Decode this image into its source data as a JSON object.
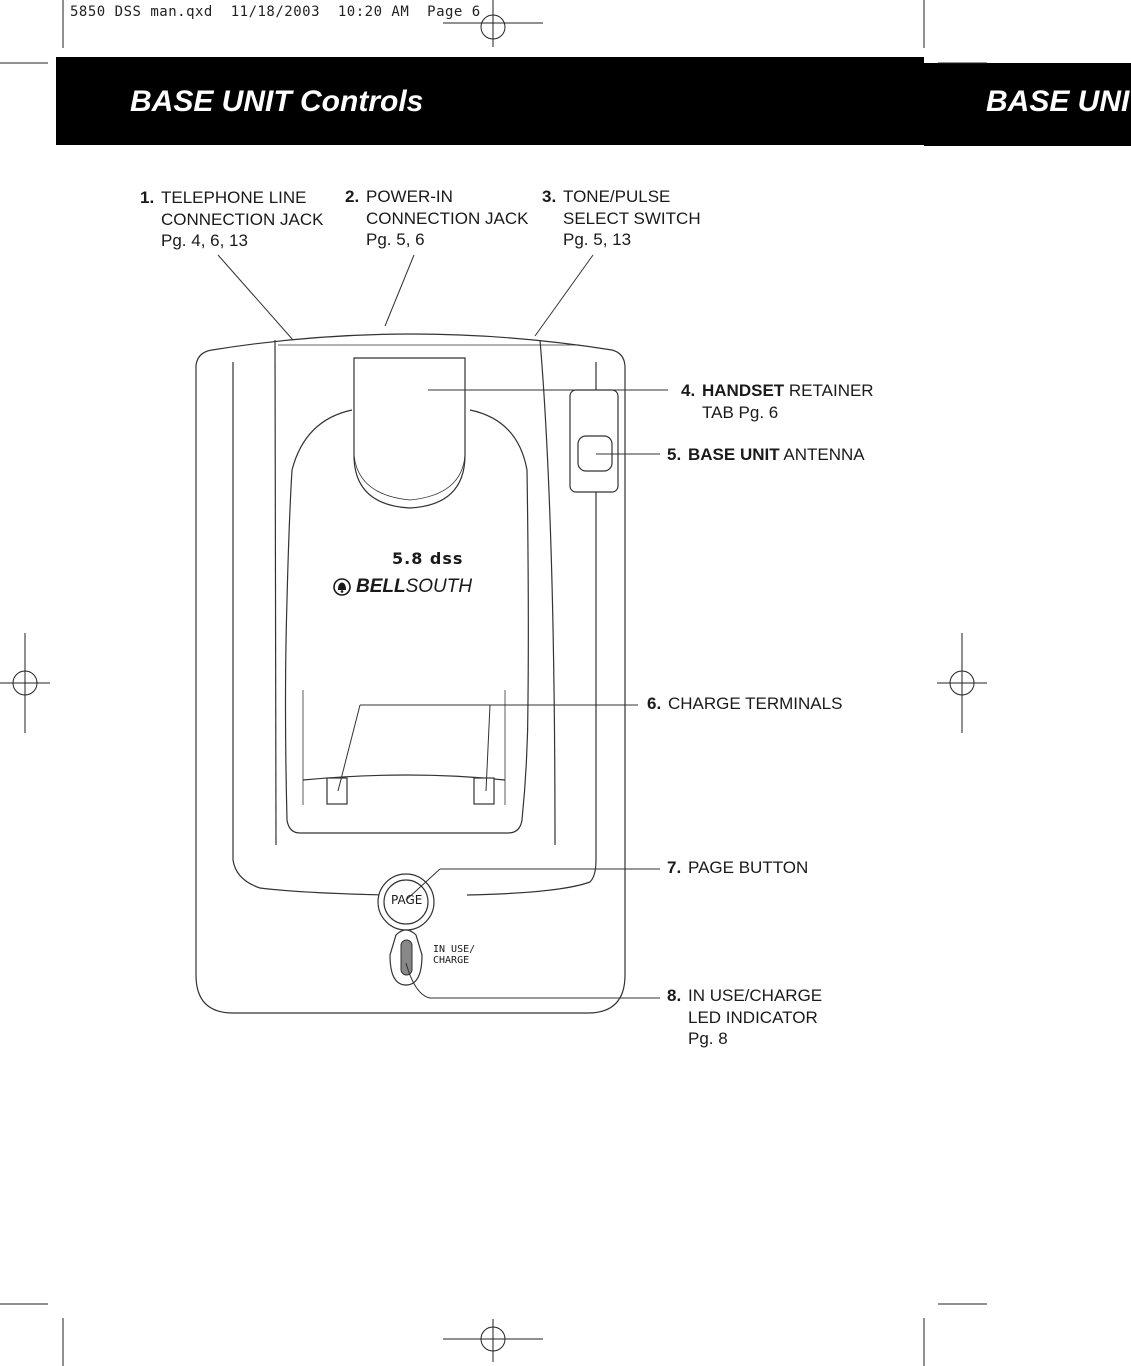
{
  "slug_line": "5850 DSS man.qxd  11/18/2003  10:20 AM  Page 6",
  "header": {
    "title": "BASE UNIT Controls",
    "right_title": "BASE UNIT"
  },
  "callouts": [
    {
      "num": "1.",
      "lines": [
        "TELEPHONE LINE",
        "CONNECTION JACK",
        "Pg. 4, 6, 13"
      ]
    },
    {
      "num": "2.",
      "lines": [
        "POWER-IN",
        "CONNECTION JACK",
        "Pg. 5, 6"
      ]
    },
    {
      "num": "3.",
      "lines": [
        "TONE/PULSE",
        "SELECT SWITCH",
        "Pg. 5, 13"
      ]
    },
    {
      "num": "4.",
      "bold": "HANDSET",
      "rest": " RETAINER",
      "line2": "TAB  Pg. 6"
    },
    {
      "num": "5.",
      "bold": "BASE UNIT",
      "rest": " ANTENNA"
    },
    {
      "num": "6.",
      "lines": [
        "CHARGE TERMINALS"
      ]
    },
    {
      "num": "7.",
      "lines": [
        "PAGE BUTTON"
      ]
    },
    {
      "num": "8.",
      "lines": [
        "IN USE/CHARGE",
        "LED INDICATOR",
        "Pg. 8"
      ]
    }
  ],
  "device": {
    "model_label": "5.8 dss",
    "brand_bold": "BELL",
    "brand_rest": "SOUTH",
    "page_button_label": "PAGE",
    "led_label_line1": "IN USE/",
    "led_label_line2": "CHARGE"
  },
  "icons": [
    "registration-mark-icon",
    "bell-logo-icon"
  ]
}
